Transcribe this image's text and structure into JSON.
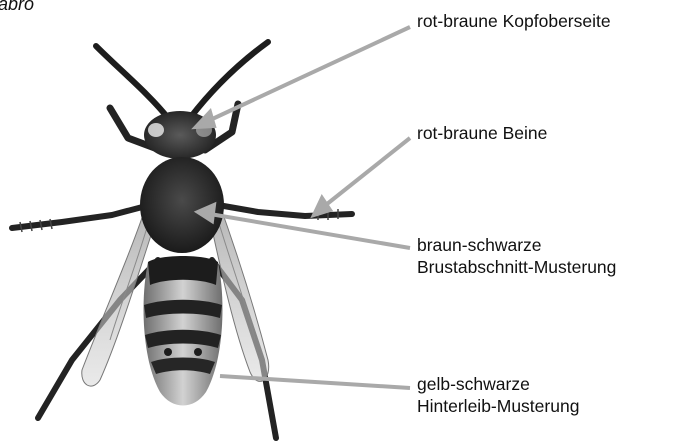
{
  "caption": "abro",
  "callouts": {
    "head": {
      "lines": [
        "rot-braune Kopfoberseite"
      ]
    },
    "legs": {
      "lines": [
        "rot-braune Beine"
      ]
    },
    "thorax": {
      "lines": [
        "braun-schwarze",
        "Brustabschnitt-Musterung"
      ]
    },
    "abdomen": {
      "lines": [
        "gelb-schwarze",
        "Hinterleib-Musterung"
      ]
    }
  },
  "colors": {
    "background": "#ffffff",
    "text": "#111111",
    "pointer_line": "#a9a9a9",
    "insect_dark": "#1c1c1c",
    "wing_tint": "#bdbdbd",
    "stripe_light": "#c9c9c9"
  },
  "illustration": "grayscale photo of a hornet seen from above"
}
